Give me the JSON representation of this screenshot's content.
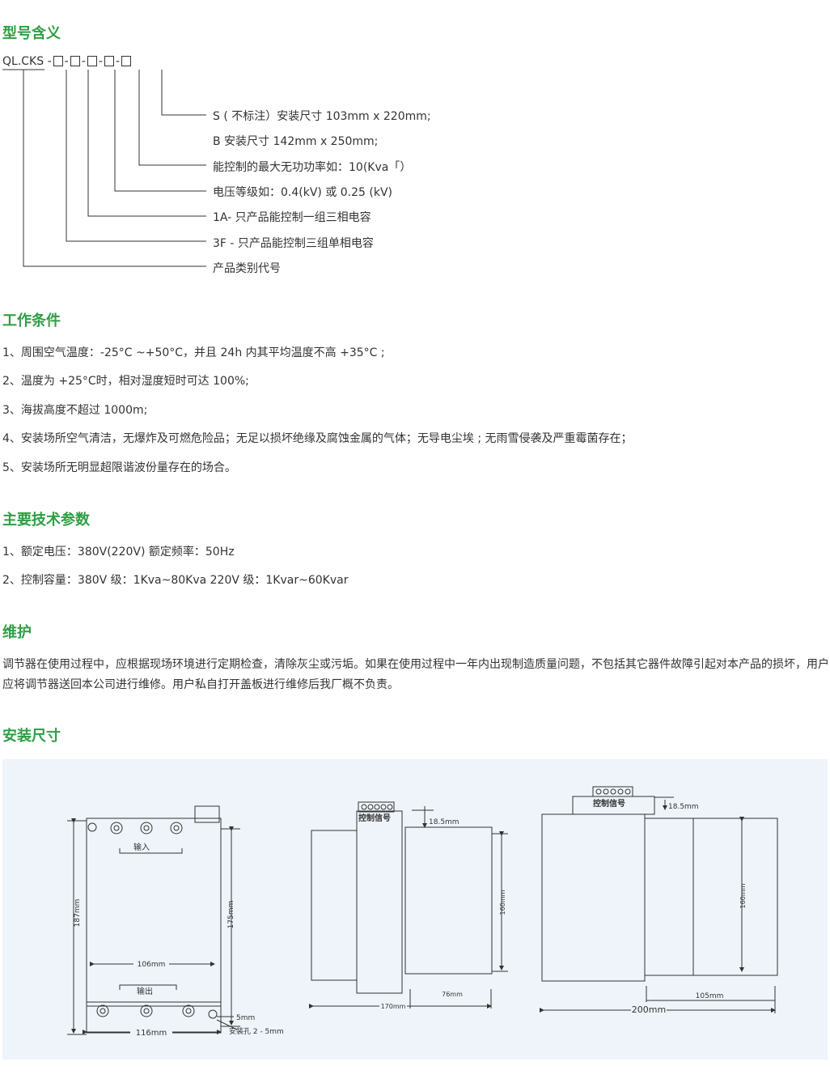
{
  "sections": {
    "model": {
      "title": "型号含义",
      "code_prefix": "QL.CKS",
      "descriptions": [
        "S ( 不标注）安装尺寸 103mm x 220mm;",
        "B 安装尺寸 142mm x 250mm;",
        "能控制的最大无功功率如：10(Kva「）",
        "电压等级如：0.4(kV) 或 0.25 (kV)",
        "1A- 只产品能控制一组三相电容",
        "3F - 只产品能控制三组单相电容",
        "产品类别代号"
      ]
    },
    "conditions": {
      "title": "工作条件",
      "items": [
        "1、周围空气温度：-25°C ~+50°C，并且 24h 内其平均温度不高 +35°C ;",
        "2、温度为 +25°C时，相对湿度短时可达 100%;",
        "3、海拔高度不超过 1000m;",
        "4、安装场所空气清洁，无爆炸及可燃危险品；无足以损坏绝缘及腐蚀金属的气体；无导电尘埃 ; 无雨雪侵袭及严重霉菌存在；",
        "5、安装场所无明显超限谐波份量存在的场合。"
      ]
    },
    "params": {
      "title": "主要技术参数",
      "items": [
        "1、额定电压：380V(220V) 额定频率：50Hz",
        "2、控制容量：380V 级：1Kva~80Kva   220V 级：1Kvar~60Kvar"
      ]
    },
    "maintenance": {
      "title": "维护",
      "text": "调节器在使用过程中，应根据现场环境进行定期检查，清除灰尘或污垢。如果在使用过程中一年内出现制造质量问题，不包括其它器件故障引起对本产品的损坏，用户应将调节器送回本公司进行维修。用户私自打开盖板进行维修后我厂概不负责。"
    },
    "dimensions": {
      "title": "安装尺寸",
      "drawing_labels": {
        "input": "输入",
        "output": "输出",
        "d187": "187mm",
        "d175": "175mm",
        "d106": "106mm",
        "d116": "116mm",
        "d5": "5mm",
        "hole": "安装孔 2 - 5mm",
        "control1": "控制信号",
        "d18a": "18.5mm",
        "d160a": "160mm",
        "d170": "170mm",
        "d76": "76mm",
        "control2": "控制信号",
        "d18b": "18.5mm",
        "d160b": "160mm",
        "d105": "105mm",
        "d200": "200mm"
      }
    }
  },
  "colors": {
    "heading": "#2f9e44",
    "text": "#333333",
    "figure_bg": "#eef4fa"
  }
}
